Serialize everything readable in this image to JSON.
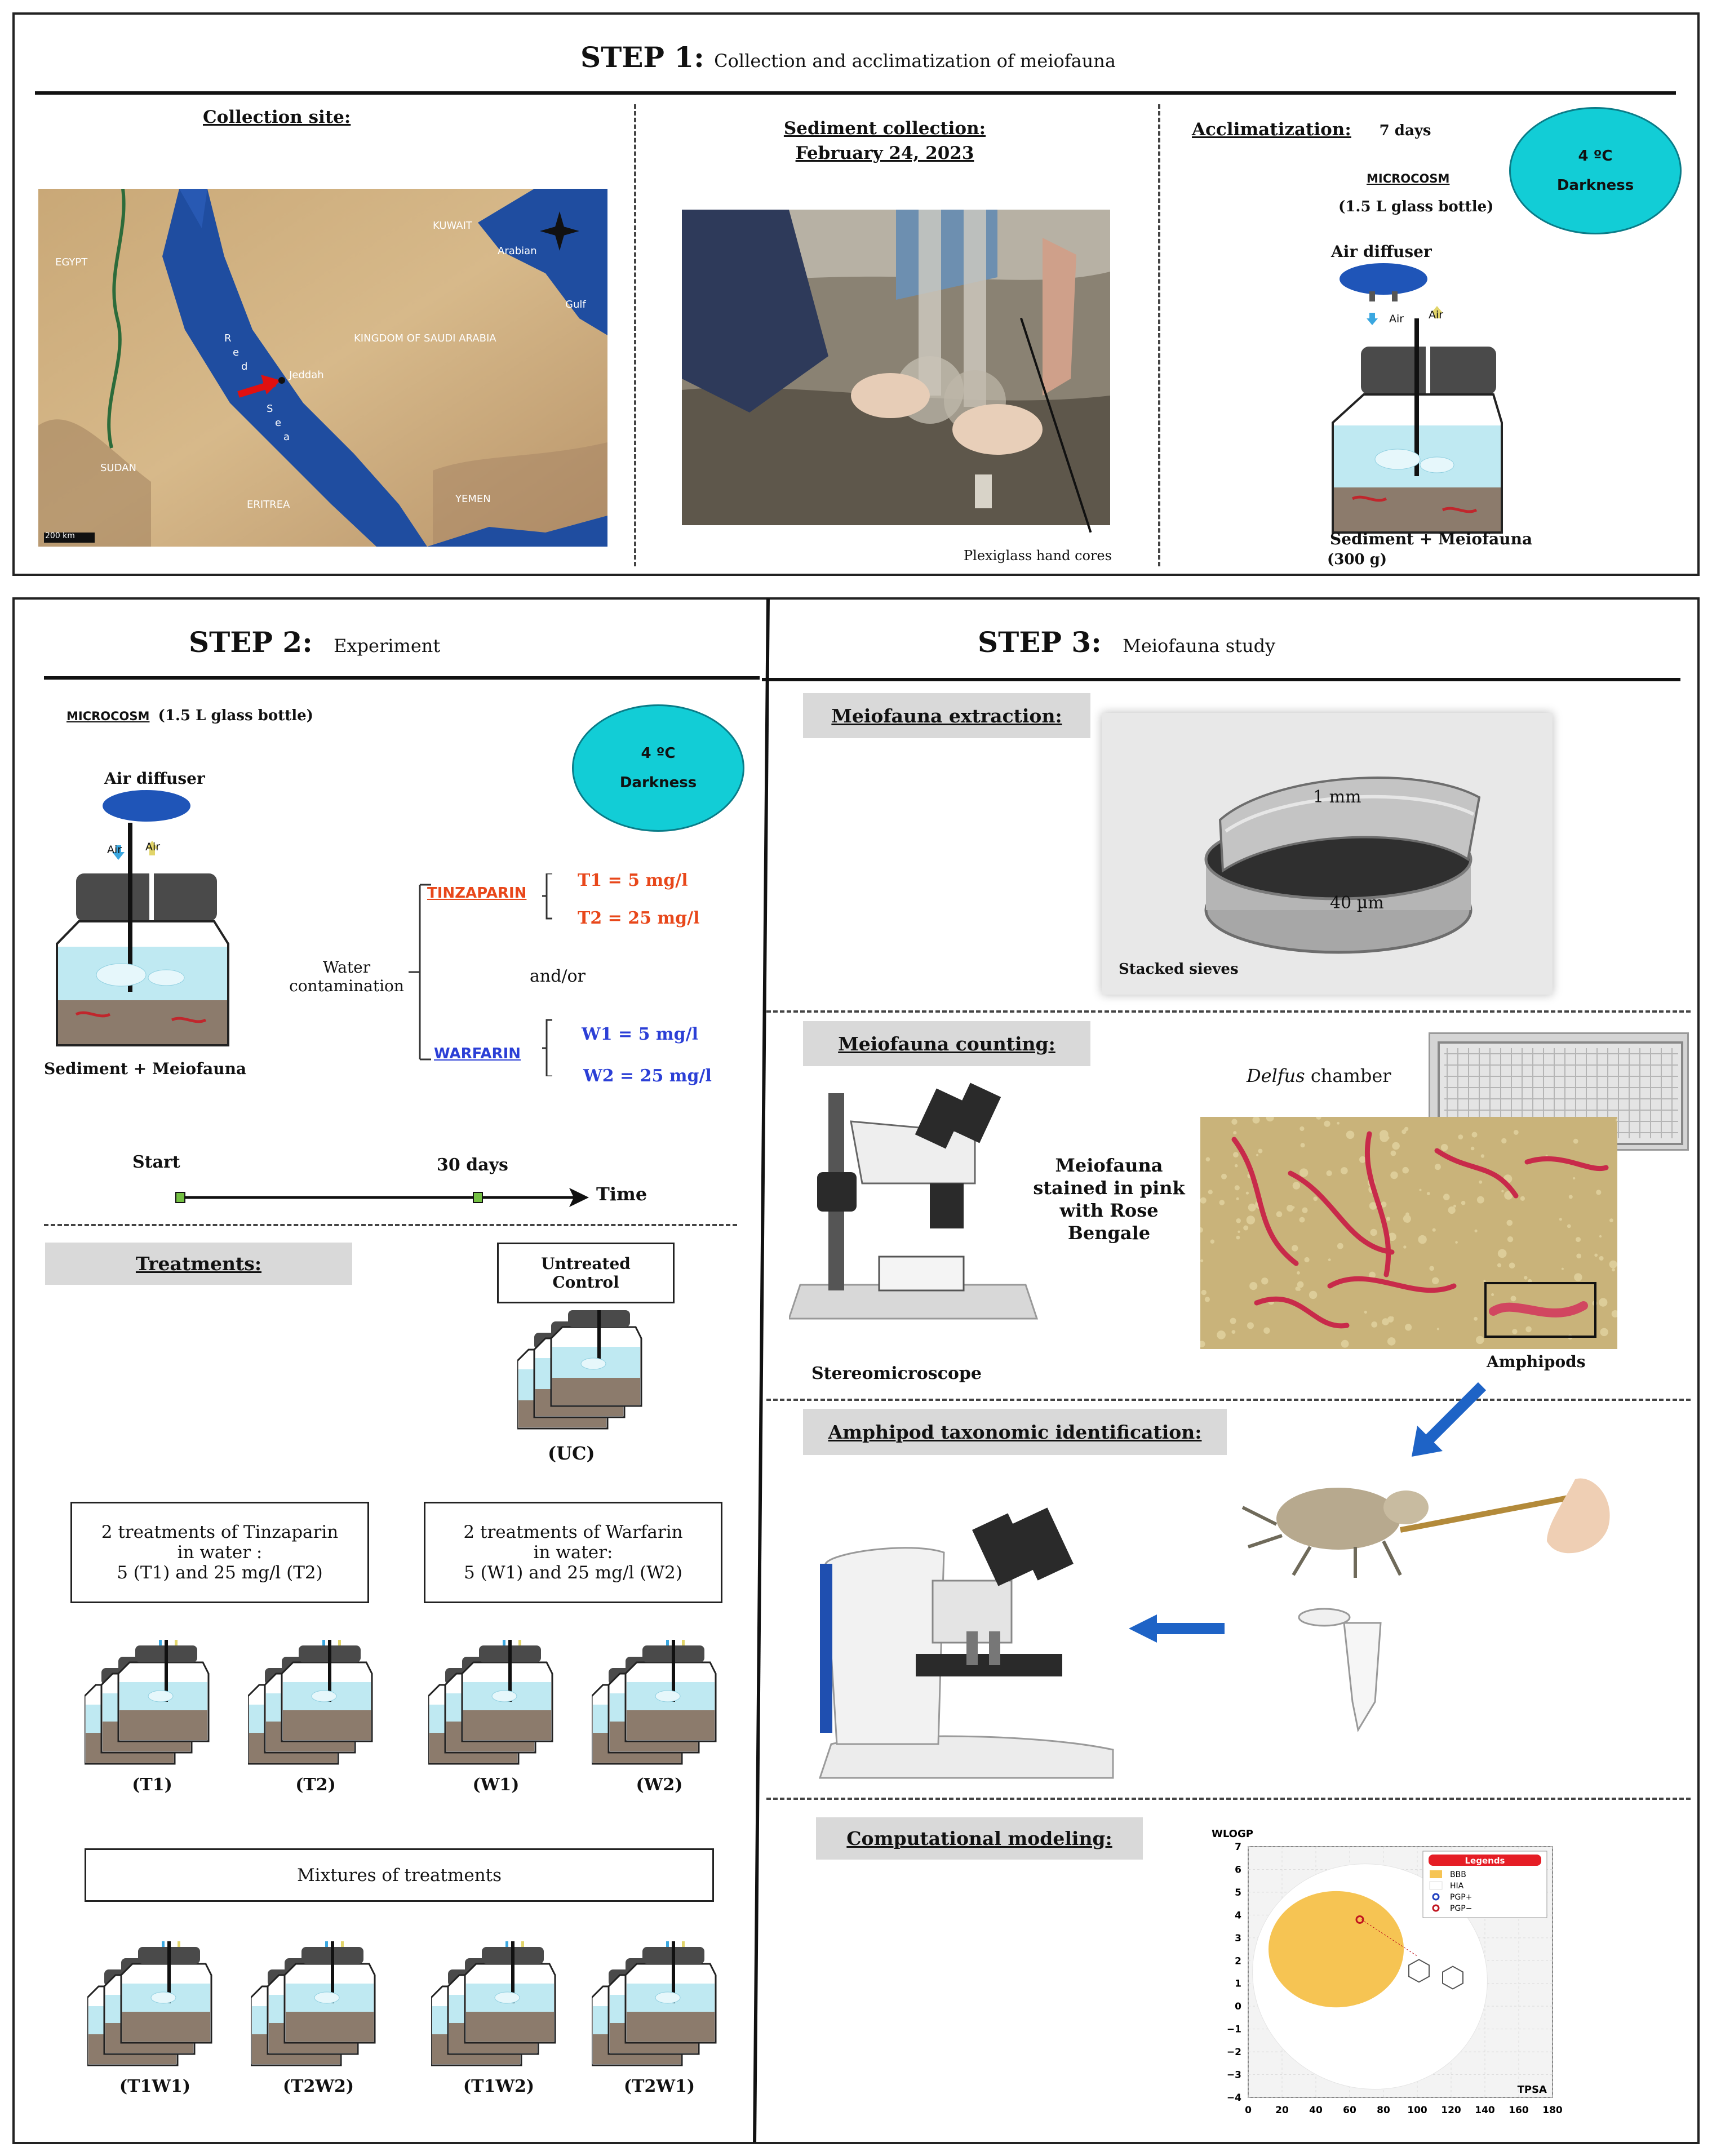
{
  "step1": {
    "title": "STEP 1",
    "subtitle": "Collection and acclimatization of meiofauna",
    "collection_site": {
      "heading": "Collection site:",
      "map_labels": [
        "EGYPT",
        "KUWAIT",
        "Arabian",
        "Gulf",
        "KINGDOM OF SAUDI ARABIA",
        "Jeddah",
        "SUDAN",
        "ERITREA",
        "YEMEN",
        "200 km"
      ],
      "sea_letters": [
        "R",
        "e",
        "d",
        "S",
        "e",
        "a"
      ]
    },
    "sediment": {
      "heading": "Sediment collection:",
      "date": "February 24, 2023",
      "caption": "Plexiglass hand cores"
    },
    "acclimatization": {
      "heading": "Acclimatization:",
      "duration": "7 days",
      "temp": "4 ºC",
      "light": "Darkness",
      "microcosm": "MICROCOSM",
      "bottle": "(1.5 L glass bottle)",
      "air_diffuser": "Air diffuser",
      "air": "Air",
      "sediment_label": "Sediment + Meiofauna",
      "mass": "(300 g)"
    }
  },
  "step2": {
    "title": "STEP 2",
    "subtitle": "Experiment",
    "microcosm": "MICROCOSM",
    "bottle": "(1.5 L glass bottle)",
    "temp": "4 ºC",
    "light": "Darkness",
    "air_diffuser": "Air diffuser",
    "air": "Air",
    "sediment_label": "Sediment + Meiofauna",
    "water_contamination_1": "Water",
    "water_contamination_2": "contamination",
    "tinzaparin": "TINZAPARIN",
    "t1": "T1 = 5 mg/l",
    "t2": "T2 = 25 mg/l",
    "andor": "and/or",
    "warfarin": "WARFARIN",
    "w1": "W1 = 5 mg/l",
    "w2": "W2 = 25 mg/l",
    "timeline_start": "Start",
    "timeline_end": "30 days",
    "timeline_axis": "Time",
    "treatments_heading": "Treatments:",
    "control_line1": "Untreated",
    "control_line2": "Control",
    "control_code": "(UC)",
    "tinz_box_1": "2 treatments of Tinzaparin",
    "tinz_box_2": "in water :",
    "tinz_box_3": "5 (T1) and 25 mg/l (T2)",
    "warf_box_1": "2 treatments of Warfarin",
    "warf_box_2": "in water:",
    "warf_box_3": "5 (W1) and 25 mg/l (W2)",
    "single_codes": [
      "(T1)",
      "(T2)",
      "(W1)",
      "(W2)"
    ],
    "mixtures_heading": "Mixtures of treatments",
    "mixture_codes": [
      "(T1W1)",
      "(T2W2)",
      "(T1W2)",
      "(T2W1)"
    ]
  },
  "step3": {
    "title": "STEP 3",
    "subtitle": "Meiofauna study",
    "extraction": {
      "heading": "Meiofauna extraction:",
      "mesh_top": "1 mm",
      "mesh_bottom": "40 µm",
      "caption": "Stacked sieves"
    },
    "counting": {
      "heading": "Meiofauna counting:",
      "chamber_italic": "Delfus",
      "chamber_rest": " chamber",
      "stain_1": "Meiofauna",
      "stain_2": "stained in pink",
      "stain_3": "with Rose",
      "stain_4": "Bengale",
      "stereo": "Stereomicroscope",
      "amphipods": "Amphipods"
    },
    "taxonomy": {
      "heading": "Amphipod taxonomic identification:"
    },
    "modeling": {
      "heading": "Computational modeling:",
      "chart_title_y": "WLOGP",
      "chart_title_x": "TPSA",
      "legend_title": "Legends",
      "legend_items": [
        "BBB",
        "HIA",
        "PGP+",
        "PGP−"
      ]
    }
  },
  "chart_data": {
    "type": "scatter",
    "title": "",
    "xlabel": "TPSA",
    "ylabel": "WLOGP",
    "xlim": [
      0,
      180
    ],
    "ylim": [
      -4,
      7
    ],
    "xticks": [
      0,
      20,
      40,
      60,
      80,
      100,
      120,
      140,
      160,
      180
    ],
    "yticks": [
      -4,
      -3,
      -2,
      -1,
      0,
      1,
      2,
      3,
      4,
      5,
      6,
      7
    ],
    "grid": true,
    "legend_position": "top-right",
    "series": [
      {
        "name": "PGP−",
        "x": [
          66
        ],
        "y": [
          3.8
        ]
      }
    ],
    "colors": {
      "bbb": "#f6c453",
      "hia": "#ffffff",
      "pgp_plus": "#1f3fbf",
      "pgp_minus": "#c0141e"
    }
  },
  "colors": {
    "ellipse": "#12cdd6",
    "tinzaparin": "#e8471a",
    "warfarin": "#2b3fd6",
    "header_box": "#d9d9d9",
    "water": "#bfe9f2",
    "sediment": "#8c7b6c"
  }
}
